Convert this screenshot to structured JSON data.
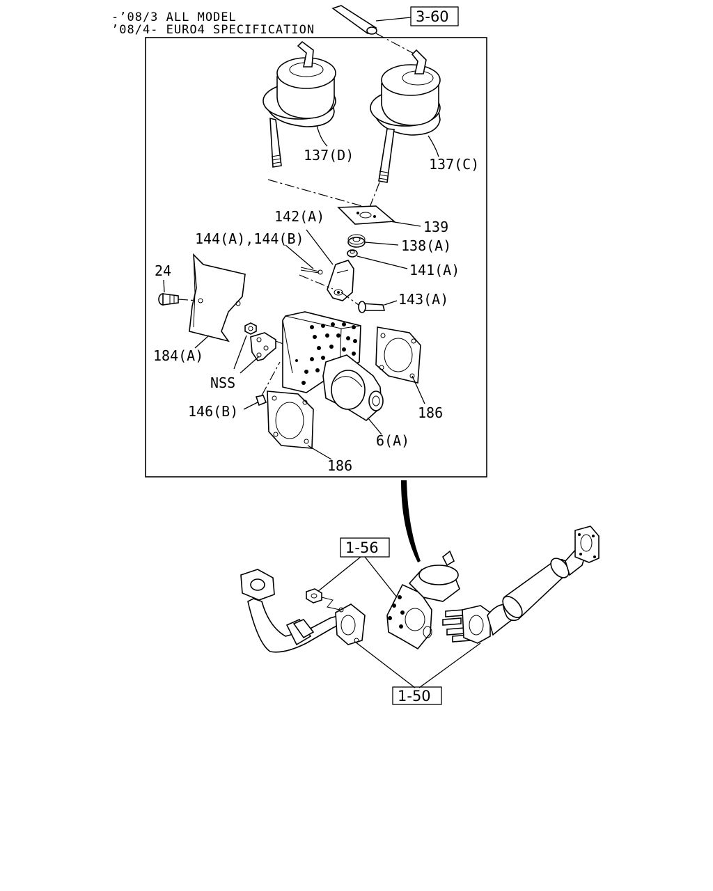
{
  "header": {
    "line1": "-’08/3 ALL MODEL",
    "line2": "’08/4- EURO4 SPECIFICATION"
  },
  "refs": {
    "r3_60": "3-60",
    "r1_56": "1-56",
    "r1_50": "1-50"
  },
  "labels": {
    "p137d": "137(D)",
    "p137c": "137(C)",
    "p139": "139",
    "p142a": "142(A)",
    "p144": "144(A),144(B)",
    "p138a": "138(A)",
    "p141a": "141(A)",
    "p143a": "143(A)",
    "p24": "24",
    "p184a": "184(A)",
    "nss": "NSS",
    "p146b": "146(B)",
    "p186a": "186",
    "p186b": "186",
    "p6a": "6(A)"
  }
}
